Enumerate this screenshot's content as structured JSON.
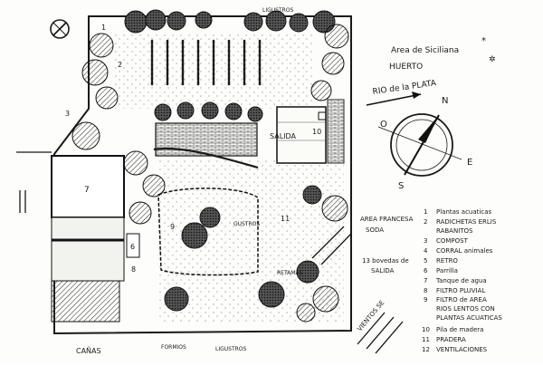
{
  "header": {
    "title_line1": "Area de Siciliana",
    "title_line2": "HUERTO",
    "river_label": "RIO de la PLATA"
  },
  "compass": {
    "n": "N",
    "o": "O",
    "e": "E",
    "s": "S"
  },
  "plan_labels": {
    "ligustros_top": "LIGUSTROS",
    "salida": "SALIDA",
    "n1": "1",
    "n2": "2",
    "n3": "3",
    "n6": "6",
    "n7": "7",
    "n8": "8",
    "n9": "9",
    "n10": "10",
    "n11": "11",
    "gustros": "GUSTROS",
    "retamas": "RETAMAS",
    "canas": "CAÑAS",
    "formios": "FORMIOS",
    "ligustros_bottom": "LIGUSTROS"
  },
  "notes": {
    "area_francesa_1": "AREA FRANCESA",
    "area_francesa_2": "SODA",
    "bovedas_1": "13 bovedas de",
    "bovedas_2": "SALIDA",
    "vientos": "VIENTOS SE"
  },
  "legend": [
    {
      "num": "1",
      "text": "Plantas acuaticas"
    },
    {
      "num": "2",
      "text": "RADICHETAS ERLIS"
    },
    {
      "num": "",
      "text": "RABANITOS"
    },
    {
      "num": "3",
      "text": "COMPOST"
    },
    {
      "num": "4",
      "text": "CORRAL animales"
    },
    {
      "num": "5",
      "text": "RETRO"
    },
    {
      "num": "6",
      "text": "Parrilla"
    },
    {
      "num": "7",
      "text": "Tanque de agua"
    },
    {
      "num": "8",
      "text": "FILTRO PLUVIAL"
    },
    {
      "num": "9",
      "text": "FILTRO de AREA"
    },
    {
      "num": "",
      "text": "RIOS LENTOS CON"
    },
    {
      "num": "",
      "text": "PLANTAS ACUATICAS"
    },
    {
      "num": "10",
      "text": "Pila de madera"
    },
    {
      "num": "11",
      "text": "PRADERA"
    },
    {
      "num": "12",
      "text": "VENTILACIONES"
    }
  ]
}
